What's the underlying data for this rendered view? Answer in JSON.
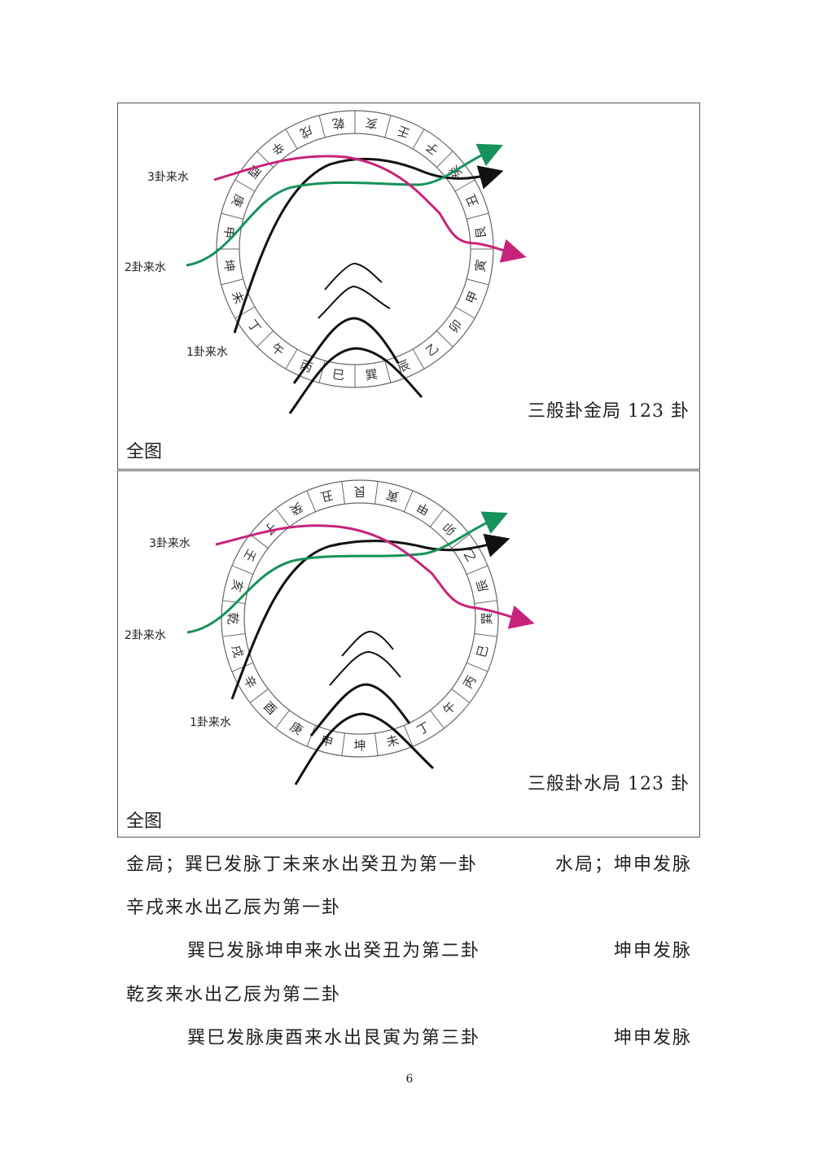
{
  "diagrams": [
    {
      "caption": "三般卦金局 123 卦",
      "whole_label": "全图",
      "flow_labels": [
        "3卦来水",
        "2卦来水",
        "1卦来水"
      ],
      "ring": [
        "巳",
        "丙",
        "午",
        "丁",
        "未",
        "坤",
        "申",
        "庚",
        "酉",
        "辛",
        "戌",
        "乾",
        "亥",
        "壬",
        "子",
        "癸",
        "丑",
        "艮",
        "寅",
        "甲",
        "卯",
        "乙",
        "辰",
        "巽"
      ]
    },
    {
      "caption": "三般卦水局 123 卦",
      "whole_label": "全图",
      "flow_labels": [
        "3卦来水",
        "2卦来水",
        "1卦来水"
      ],
      "ring": [
        "坤",
        "申",
        "庚",
        "酉",
        "辛",
        "戌",
        "乾",
        "亥",
        "壬",
        "子",
        "癸",
        "丑",
        "艮",
        "寅",
        "甲",
        "卯",
        "乙",
        "辰",
        "巽",
        "巳",
        "丙",
        "午",
        "丁",
        "未"
      ]
    }
  ],
  "colors": {
    "flow3": "#c8237a",
    "flow2": "#16925a",
    "flow1": "#111111"
  },
  "body_lines": {
    "l1_left": "金局；巽巳发脉丁未来水出癸丑为第一卦",
    "l1_right": "水局；坤申发脉",
    "l2": "辛戌来水出乙辰为第一卦",
    "l3_left": "巽巳发脉坤申来水出癸丑为第二卦",
    "l3_right": "坤申发脉",
    "l4": "乾亥来水出乙辰为第二卦",
    "l5_left": "巽巳发脉庚酉来水出艮寅为第三卦",
    "l5_right": "坤申发脉"
  },
  "page_number": "6"
}
